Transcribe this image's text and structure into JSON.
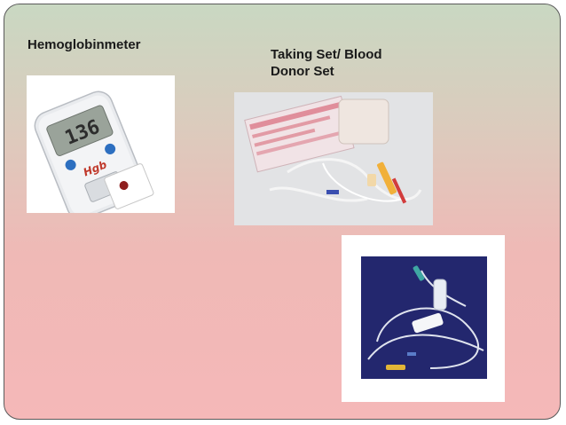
{
  "slide": {
    "hemoglobinmeter_label": "Hemoglobinmeter",
    "taking_set_label_line1": "Taking Set/ Blood",
    "taking_set_label_line2": "Donor Set",
    "device_screen_reading": "136",
    "device_brand_mark": "Hgb"
  },
  "colors": {
    "background_top": "#c9d8c2",
    "background_bottom": "#f5b8b8",
    "border": "#5a5a5a",
    "text": "#1a1a1a",
    "device_blue": "#2d6fc0",
    "tubing_navy_background": "#23276e"
  }
}
